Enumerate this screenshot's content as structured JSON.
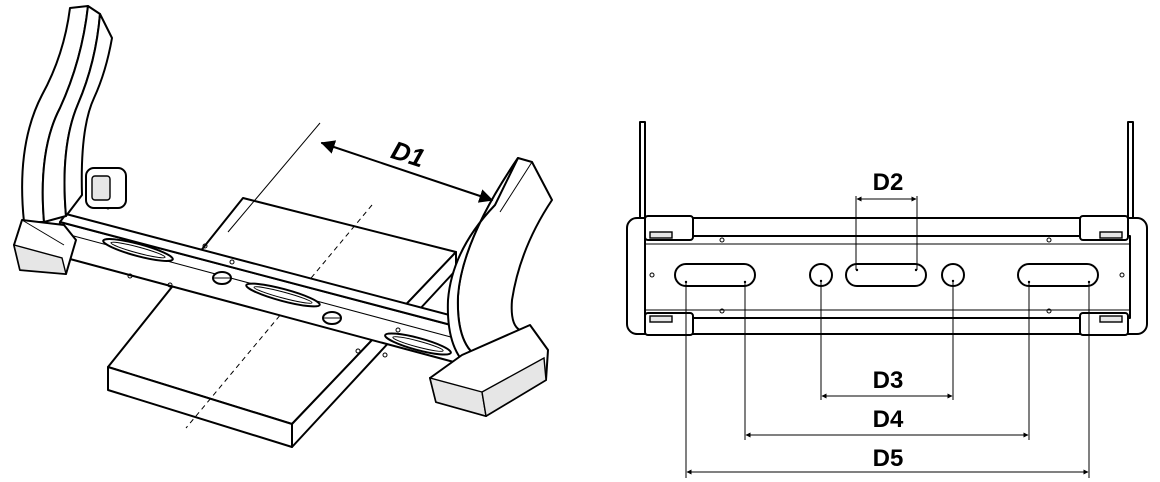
{
  "labels": {
    "d1": "D1",
    "d2": "D2",
    "d3": "D3",
    "d4": "D4",
    "d5": "D5"
  }
}
